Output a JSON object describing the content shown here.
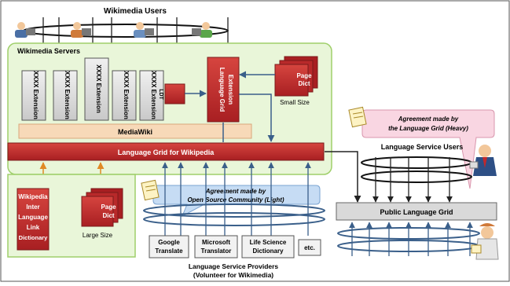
{
  "top_users_label": "Wikimedia Users",
  "servers_label": "Wikimedia Servers",
  "extensions": [
    "XXXX Extension",
    "XXXX Extension",
    "XXXX Extension",
    "XXXX Extension",
    "XXXX Extension"
  ],
  "ldt_label": "LDT",
  "lg_extension": [
    "Language Grid",
    "Extension"
  ],
  "page_dict_small": [
    "Page",
    "Dict"
  ],
  "small_size_label": "Small Size",
  "mediawiki_label": "MediaWiki",
  "lg_wikipedia_label": "Language Grid for Wikipedia",
  "interlanguage_dict": [
    "Wikipedia",
    "Inter",
    "Language",
    "Link",
    "Dictionary"
  ],
  "page_dict_large": [
    "Page",
    "Dict"
  ],
  "large_size_label": "Large Size",
  "agreement_light": [
    "Agreement made by",
    "Open Source Community (Light)"
  ],
  "agreement_heavy": [
    "Agreement made by",
    "the Language Grid (Heavy)"
  ],
  "service_users_label": "Language Service Users",
  "public_grid_label": "Public Language Grid",
  "providers": [
    [
      "Google",
      "Translate"
    ],
    [
      "Microsoft",
      "Translator"
    ],
    [
      "Life Science",
      "Dictionary"
    ],
    [
      "etc."
    ]
  ],
  "providers_label": [
    "Language Service Providers",
    "(Volunteer for Wikimedia)"
  ],
  "colors": {
    "red": "#c0282c",
    "green_panel": "#e9f6d9",
    "green_border": "#9fcf6a",
    "mediawiki": "#f7d9b8",
    "blue_callout": "#c6dcf4",
    "pink_callout": "#f9d6e2",
    "grid_box": "#d9d9d9",
    "arrow": "#3a5f8a",
    "orange": "#e08a24"
  }
}
